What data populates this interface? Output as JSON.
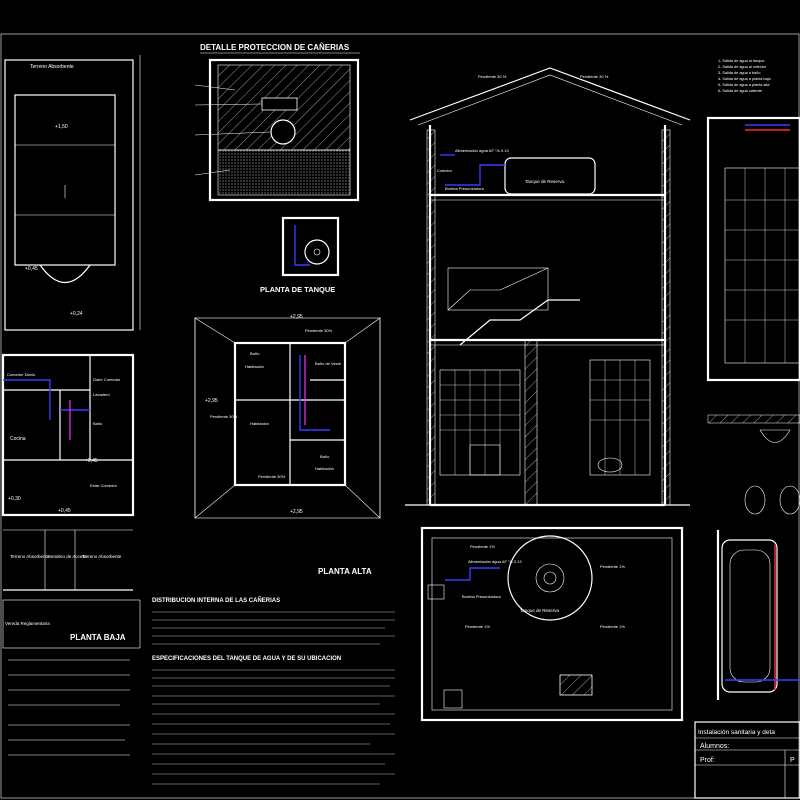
{
  "detail_title": "DETALLE PROTECCION DE CAÑERIAS",
  "tank_plan_title": "PLANTA DE TANQUE",
  "upper_plan_title": "PLANTA ALTA",
  "ground_plan_title": "PLANTA BAJA",
  "ground_plan": {
    "labels": [
      "Terreno Absorbente",
      "Sendero de Acceso",
      "Terreno Absorbente",
      "Vereda Reglamentaria"
    ],
    "levels": [
      "+1,50",
      "+0,45",
      "+0,24",
      "+0,30",
      "+0,45",
      "+0,45"
    ],
    "rooms": [
      "Comedor Diario",
      "Galer Comedor",
      "Lavadero",
      "Cocina",
      "Baño",
      "Estar Comedor"
    ]
  },
  "upper_plan": {
    "rooms": [
      "Habitación",
      "Baño",
      "Baño de Vestir",
      "Habitación",
      "Baño",
      "Habitación"
    ],
    "levels": [
      "+2,95",
      "+2,95",
      "+2,95"
    ],
    "pendiente_labels": [
      "Pendiente 30%",
      "Pendiente 30%",
      "Pendiente 30%"
    ]
  },
  "section": {
    "labels": [
      "Pendiente 30 %",
      "Pendiente 30 %",
      "Alimentación agua AF °/s 0.13",
      "Colector",
      "Tanque de Reserva",
      "Bomba Presurizadora"
    ]
  },
  "tank_detail": {
    "labels": [
      "Pendiente 1%",
      "Pendiente 1%",
      "Alimentación agua AF °/s 0.13",
      "Bomba Presurizadora",
      "Tanque de Reserva",
      "Pendiente 1%",
      "Pendiente 1%"
    ]
  },
  "water_tank_text": "Tanque de Reserva",
  "notes": {
    "heading1": "DISTRIBUCION INTERNA DE LAS CAÑERIAS",
    "heading2": "ESPECIFICACIONES DEL TANQUE DE AGUA Y DE SU UBICACION"
  },
  "legend_items": [
    "1- Salida de agua al tanque",
    "2- Salida de agua al colector",
    "3- Salida de agua a baño",
    "4- Salida de agua a planta baja",
    "5- Salida de agua a planta alta",
    "6- Salida de agua caliente"
  ],
  "title_block": {
    "project": "Instalación sanitaria y deta",
    "students_label": "Alumnos:",
    "prof_label": "Prof:",
    "p_label": "P"
  },
  "colors": {
    "background": "#000000",
    "lines": "#ffffff",
    "cold_water": "#3a3aff",
    "hot_water": "#ff2a2a"
  }
}
